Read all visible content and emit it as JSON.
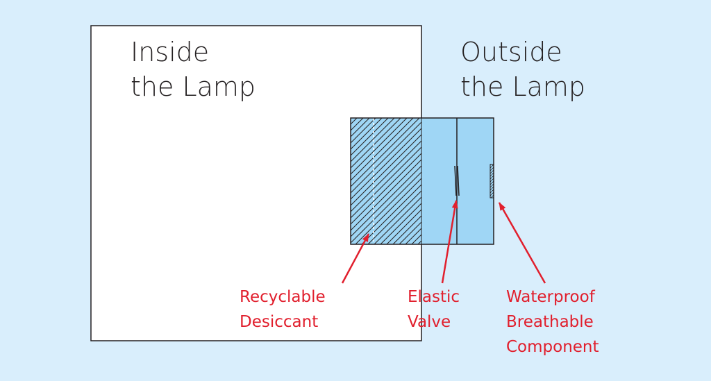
{
  "headings": {
    "inside": [
      "Inside",
      "the Lamp"
    ],
    "outside": [
      "Outside",
      "the Lamp"
    ]
  },
  "callouts": {
    "desiccant": [
      "Recyclable",
      "Desiccant"
    ],
    "valve": [
      "Elastic",
      "Valve"
    ],
    "membrane": [
      "Waterproof",
      "Breathable",
      "Component"
    ]
  },
  "colors": {
    "background": "#d9eefc",
    "housing_fill": "#ffffff",
    "device_fill": "#9fd6f5",
    "outline": "#231f20",
    "callout": "#e11f2d"
  }
}
